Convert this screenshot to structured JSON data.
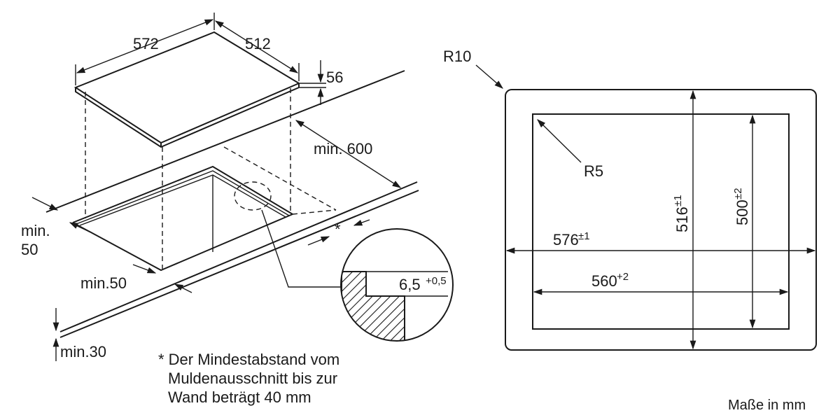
{
  "isometric": {
    "dim_width": "572",
    "dim_depth": "512",
    "dim_height": "56",
    "min_wall": "min. 600",
    "min_side_left_1": "min.",
    "min_side_left_2": "50",
    "min_front": "min.50",
    "min_bottom": "min.30",
    "asterisk": "*"
  },
  "detail": {
    "thickness": "6,5",
    "tolerance": "+0,5"
  },
  "cutout": {
    "outer_radius": "R10",
    "inner_radius": "R5",
    "outer_width": "576",
    "outer_width_tol": "±1",
    "inner_width": "560",
    "inner_width_tol": "+2",
    "outer_depth": "516",
    "outer_depth_tol": "±1",
    "inner_depth": "500",
    "inner_depth_tol": "±2"
  },
  "note": {
    "line1": "* Der Mindestabstand vom",
    "line2": "Muldenausschnitt bis zur",
    "line3": "Wand beträgt 40 mm"
  },
  "units": "Maße in mm"
}
